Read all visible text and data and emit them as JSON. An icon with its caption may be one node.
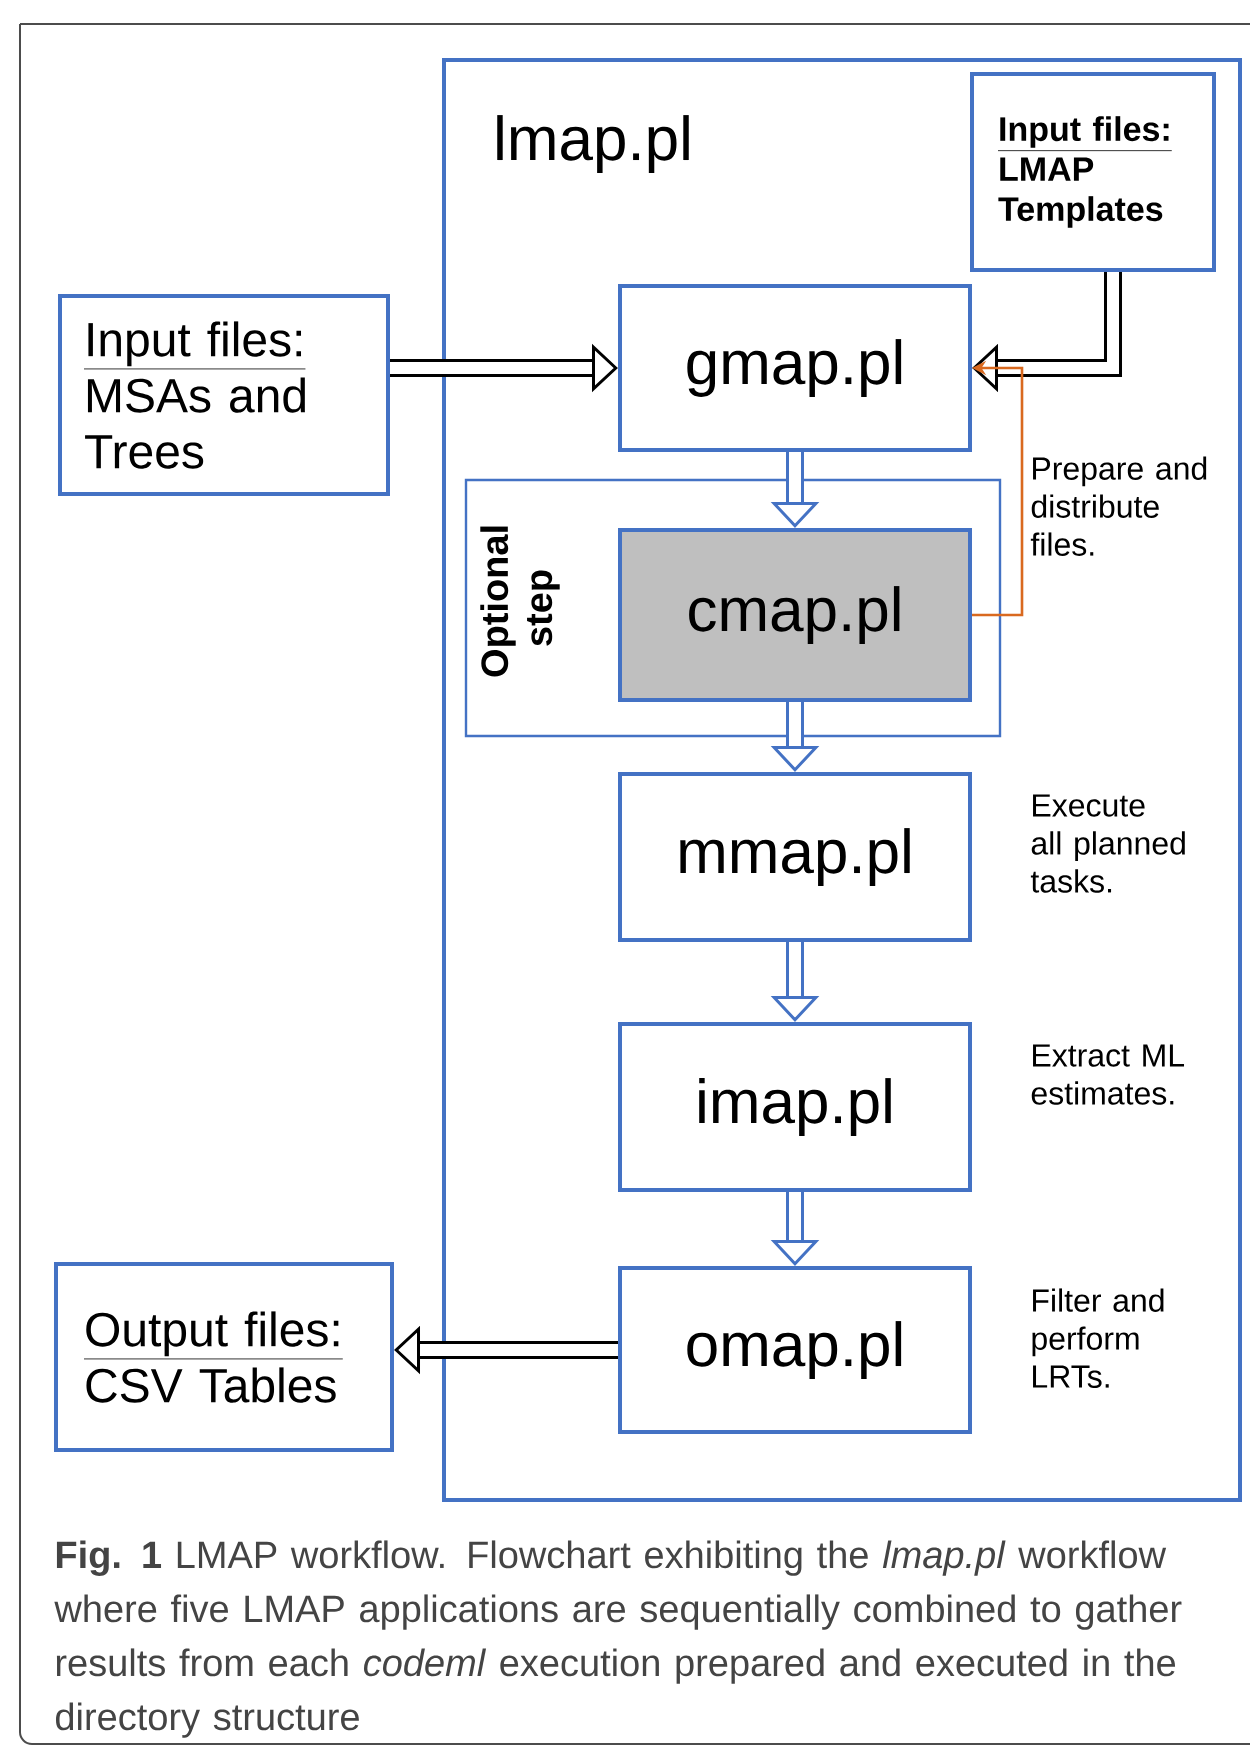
{
  "diagram": {
    "caption": "**Fig. 1** LMAP workflow. Flowchart exhibiting the *lmap.pl* workflow where five LMAP applications are sequentially combined to gather results from each *codeml* execution prepared and executed in the directory structure",
    "nodes": [
      {
        "text": [
          "lmap.pl"
        ]
      },
      {
        "text": [
          "Input files:",
          "LMAP Templates"
        ],
        "in": 0
      },
      {
        "text": [
          "Input files:",
          "MSAs and Trees"
        ]
      },
      {
        "text": [
          "gmap.pl"
        ],
        "in": 0
      },
      {
        "text": [
          "Optional step"
        ],
        "in": 0
      },
      {
        "text": [
          "cmap.pl"
        ],
        "in": 4
      },
      {
        "text": [
          "mmap.pl"
        ],
        "in": 0,
        "beside": [
          "Execute all planned tasks."
        ]
      },
      {
        "text": [
          "imap.pl"
        ],
        "in": 0,
        "beside": [
          "Extract ML estimates."
        ]
      },
      {
        "text": [
          "omap.pl"
        ],
        "in": 0,
        "beside": [
          "Filter and perform LRTs."
        ]
      },
      {
        "text": [
          "Output files:",
          "CSV Tables"
        ]
      }
    ],
    "edges": [
      {
        "from": 2,
        "to": 3,
        "arrow": "to",
        "color": "#000000"
      },
      {
        "from": 1,
        "to": 3,
        "arrow": "to",
        "color": "#000000"
      },
      {
        "from": 3,
        "to": 5,
        "arrow": "to"
      },
      {
        "from": 5,
        "to": 3,
        "arrow": "to",
        "color": "#d9691f",
        "label": "Prepare and distribute files."
      },
      {
        "from": 5,
        "to": 6,
        "arrow": "to"
      },
      {
        "from": 6,
        "to": 7,
        "arrow": "to"
      },
      {
        "from": 7,
        "to": 8,
        "arrow": "to"
      },
      {
        "from": 8,
        "to": 9,
        "arrow": "to",
        "color": "#000000"
      }
    ]
  }
}
